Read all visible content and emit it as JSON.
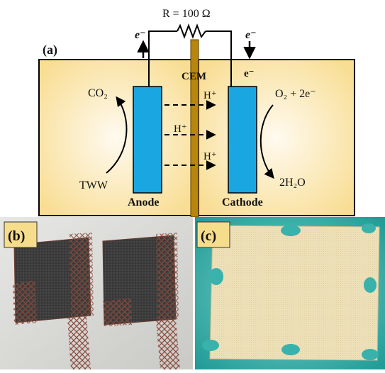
{
  "panel_a": {
    "label": "(a)",
    "resistor_label": "R = 100 Ω",
    "electron_left": "e⁻",
    "electron_right": "e⁻",
    "electron_cathode": "e⁻",
    "membrane_label": "CEM",
    "anode_label": "Anode",
    "cathode_label": "Cathode",
    "anode_input": "TWW",
    "anode_output": "CO₂",
    "cathode_input": "O₂ + 2e⁻",
    "cathode_output": "2H₂O",
    "proton_labels": [
      "H⁺",
      "H⁺",
      "H⁺"
    ],
    "colors": {
      "chamber_fill": "#fbe6a8",
      "chamber_center": "#fff6dc",
      "electrode": "#1aa6e0",
      "membrane": "#b8860b"
    }
  },
  "panel_b": {
    "label": "(b)",
    "description_items": [
      "carbon-felt-electrode-left",
      "carbon-felt-electrode-right"
    ]
  },
  "panel_c": {
    "label": "(c)"
  }
}
